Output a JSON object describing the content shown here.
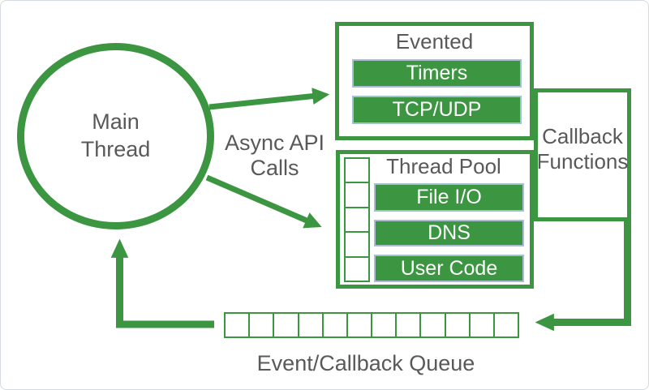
{
  "colors": {
    "green": "#3C9641",
    "pill_border": "#A8BED2",
    "text_gray": "#595959",
    "canvas_border": "#d5dae0"
  },
  "main_thread": {
    "line1": "Main",
    "line2": "Thread"
  },
  "async_label": {
    "line1": "Async API",
    "line2": "Calls"
  },
  "evented": {
    "title": "Evented",
    "items": [
      "Timers",
      "TCP/UDP"
    ]
  },
  "thread_pool": {
    "title": "Thread Pool",
    "items": [
      "File I/O",
      "DNS",
      "User Code"
    ],
    "slot_count": 5
  },
  "callback": {
    "line1": "Callback",
    "line2": "Functions"
  },
  "queue": {
    "label": "Event/Callback Queue",
    "cell_count": 12
  }
}
